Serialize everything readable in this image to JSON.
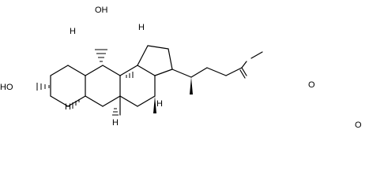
{
  "molecule": {
    "labels": {
      "oh_top": "OH",
      "oh_left": "HO",
      "h_5": "H",
      "h_8": "H",
      "h_9": "H",
      "h_14": "H",
      "h_17": "H",
      "o_ester": "O",
      "o_carbonyl": "O"
    }
  }
}
